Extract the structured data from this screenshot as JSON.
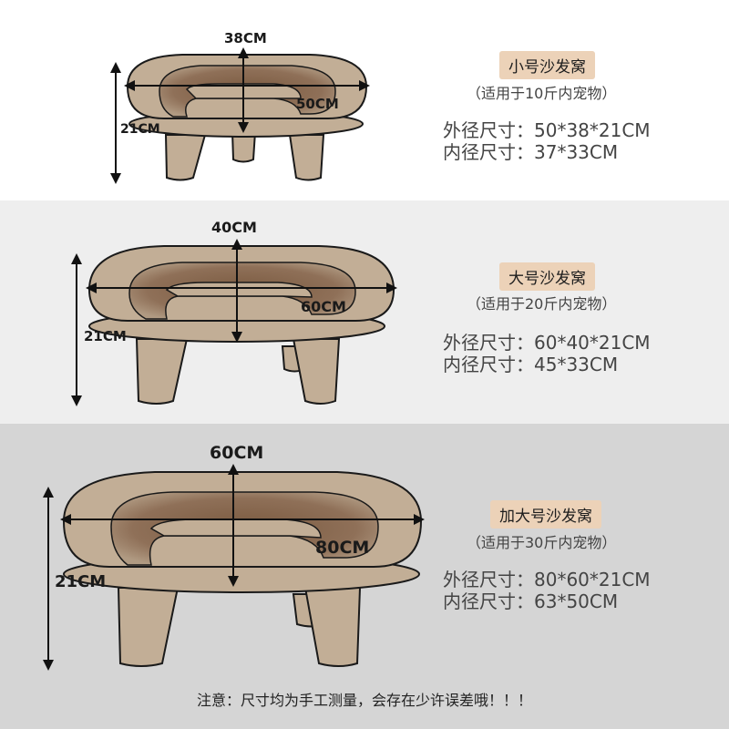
{
  "small": {
    "tag": "小号沙发窝",
    "suitable": "（适用于10斤内宠物）",
    "outer": "外径尺寸：50*38*21CM",
    "inner": "内径尺寸：37*33CM",
    "dim_width": "50CM",
    "dim_depth": "38CM",
    "dim_height": "21CM"
  },
  "large": {
    "tag": "大号沙发窝",
    "suitable": "（适用于20斤内宠物）",
    "outer": "外径尺寸：60*40*21CM",
    "inner": "内径尺寸：45*33CM",
    "dim_width": "60CM",
    "dim_depth": "40CM",
    "dim_height": "21CM"
  },
  "xlarge": {
    "tag": "加大号沙发窝",
    "suitable": "（适用于30斤内宠物）",
    "outer": "外径尺寸：80*60*21CM",
    "inner": "内径尺寸：63*50CM",
    "dim_width": "80CM",
    "dim_depth": "60CM",
    "dim_height": "21CM"
  },
  "note": "注意：尺寸均为手工测量，会存在少许误差哦！！！",
  "colors": {
    "sofa_fill": "#c2ae96",
    "sofa_inner": "#8a6a4f",
    "outline": "#1a1a1a",
    "tag_bg": "#ecd2b8"
  }
}
